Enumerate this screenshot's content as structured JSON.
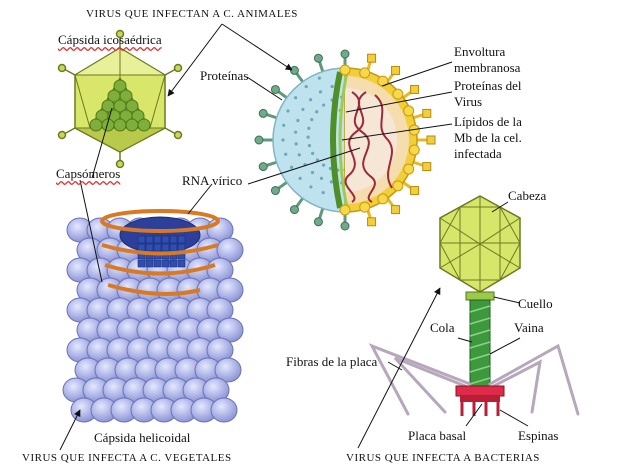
{
  "headers": {
    "animal": "VIRUS QUE INFECTAN A C. ANIMALES",
    "plant": "VIRUS QUE INFECTA A C. VEGETALES",
    "bacteria": "VIRUS QUE INFECTA A BACTERIAS"
  },
  "labels": {
    "capsida_icosaedrica": "Cápsida icosaédrica",
    "capsomeros": "Capsómeros",
    "rna_virico": "RNA vírico",
    "capsida_helicoidal": "Cápsida helicoidal",
    "proteinas": "Proteínas",
    "envoltura": [
      "Envoltura",
      "membranosa"
    ],
    "proteinas_virus": [
      "Proteínas del",
      "Virus"
    ],
    "lipidos": [
      "Lípidos de la",
      "Mb de la cel.",
      "infectada"
    ],
    "cabeza": "Cabeza",
    "cuello": "Cuello",
    "cola": "Cola",
    "vaina": "Vaina",
    "fibras": "Fibras de la placa",
    "placa_basal": "Placa basal",
    "espinas": "Espinas"
  },
  "colors": {
    "icosahedron": "#d8e66a",
    "capsomere": "#7fae3a",
    "envelope_outer": "#bfe3ee",
    "envelope_yellow": "#f2cf3a",
    "helical_body": "#b9bfec",
    "helical_rna": "#e08a2a",
    "tail": "#3c9a3c",
    "base_plate": "#e02a4a",
    "fibers": "#b7a7bd"
  }
}
